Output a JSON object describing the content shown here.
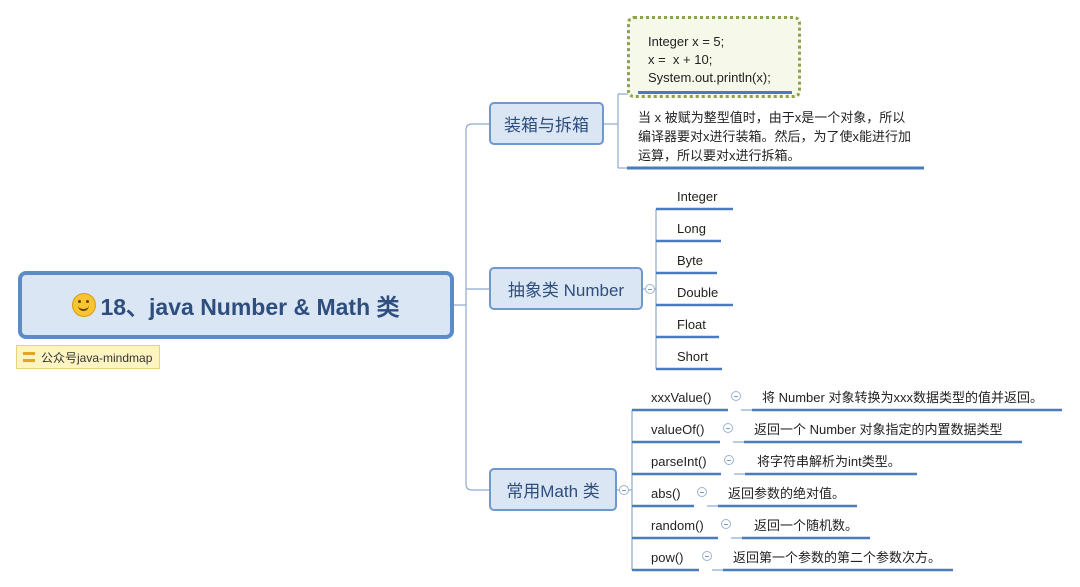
{
  "root": {
    "title": "18、java Number & Math 类"
  },
  "tag": {
    "label": "公众号java-mindmap"
  },
  "branches": [
    {
      "label": "装箱与拆箱",
      "code_lines": [
        "Integer x = 5;",
        "x =  x + 10;",
        "System.out.println(x);"
      ],
      "note_lines": [
        "当 x 被赋为整型值时，由于x是一个对象，所以",
        "编译器要对x进行装箱。然后，为了使x能进行加",
        "运算，所以要对x进行拆箱。"
      ]
    },
    {
      "label": "抽象类 Number",
      "items": [
        "Integer",
        "Long",
        "Byte",
        "Double",
        "Float",
        "Short"
      ]
    },
    {
      "label": "常用Math 类",
      "methods": [
        {
          "name": "xxxValue()",
          "desc": "将 Number 对象转换为xxx数据类型的值并返回。"
        },
        {
          "name": "valueOf()",
          "desc": "返回一个 Number 对象指定的内置数据类型"
        },
        {
          "name": "parseInt()",
          "desc": "将字符串解析为int类型。"
        },
        {
          "name": "abs()",
          "desc": "返回参数的绝对值。"
        },
        {
          "name": "random()",
          "desc": "返回一个随机数。"
        },
        {
          "name": "pow()",
          "desc": "返回第一个参数的第二个参数次方。"
        }
      ]
    }
  ],
  "colors": {
    "line": "#4a7bbd",
    "branch_fill": "#dbe6f4",
    "branch_border": "#6f98cd",
    "callout_border": "#8da24a"
  }
}
